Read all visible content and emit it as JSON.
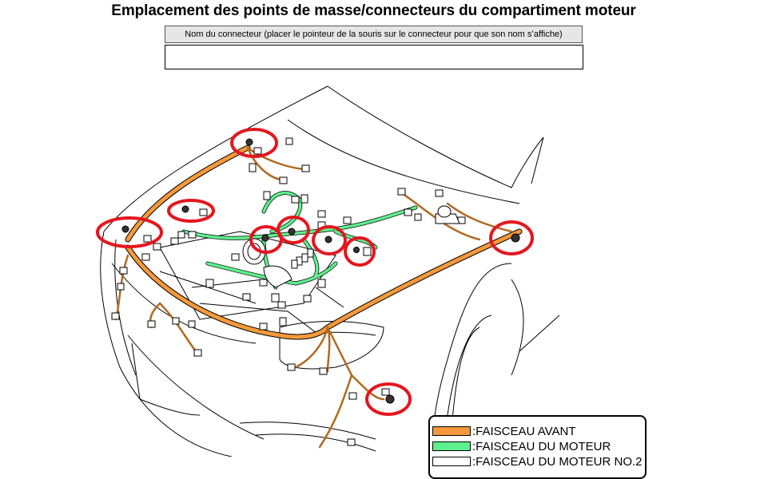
{
  "page": {
    "title": "Emplacement des points de masse/connecteurs du compartiment moteur"
  },
  "connector_name_box": {
    "header": "Nom du connecteur (placer le pointeur de la souris sur le connecteur pour que son nom s’affiche)",
    "value": ""
  },
  "colors": {
    "harness_front": "#f7993a",
    "harness_engine": "#5ef08c",
    "highlight_circle": "#e5161e",
    "outline": "#000000"
  },
  "ground_points": [
    {
      "id": "gp1"
    },
    {
      "id": "gp2"
    },
    {
      "id": "gp3"
    },
    {
      "id": "gp4"
    },
    {
      "id": "gp5"
    },
    {
      "id": "gp6"
    },
    {
      "id": "gp7"
    },
    {
      "id": "gp8"
    },
    {
      "id": "gp9"
    }
  ],
  "legend": {
    "items": [
      {
        "label": ":FAISCEAU AVANT",
        "color": "#f7993a"
      },
      {
        "label": ":FAISCEAU DU MOTEUR",
        "color": "#5ef08c"
      },
      {
        "label": ":FAISCEAU DU MOTEUR NO.2",
        "color": "#ffffff"
      }
    ]
  }
}
